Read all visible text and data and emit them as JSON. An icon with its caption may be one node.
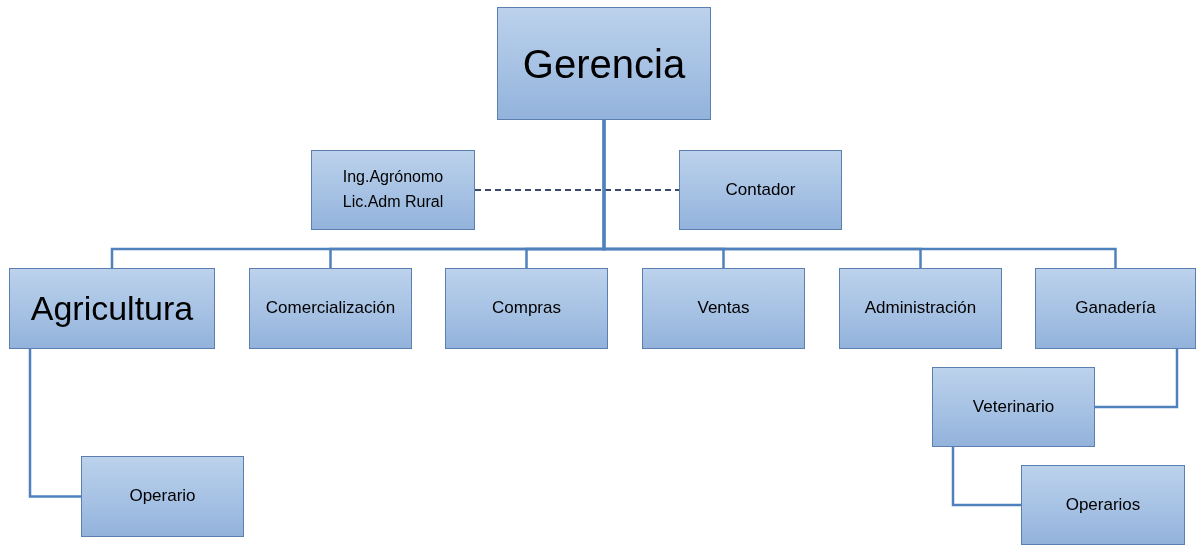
{
  "diagram": {
    "nodes": [
      {
        "text": [
          "Gerencia"
        ]
      },
      {
        "text": [
          "Ing.Agrónomo",
          "Lic.Adm Rural"
        ]
      },
      {
        "text": [
          "Contador"
        ]
      },
      {
        "text": [
          "Agricultura"
        ]
      },
      {
        "text": [
          "Comercialización"
        ]
      },
      {
        "text": [
          "Compras"
        ]
      },
      {
        "text": [
          "Ventas"
        ]
      },
      {
        "text": [
          "Administración"
        ]
      },
      {
        "text": [
          "Ganadería"
        ]
      },
      {
        "text": [
          "Operario"
        ]
      },
      {
        "text": [
          "Veterinario"
        ]
      },
      {
        "text": [
          "Operarios"
        ]
      }
    ],
    "edges": [
      {
        "from": 1,
        "to": 2,
        "arrow": "none",
        "style": "dashed",
        "color": "#3b4a6b"
      },
      {
        "from": 0,
        "to": 3,
        "arrow": "none"
      },
      {
        "from": 0,
        "to": 4,
        "arrow": "none"
      },
      {
        "from": 0,
        "to": 5,
        "arrow": "none"
      },
      {
        "from": 0,
        "to": 6,
        "arrow": "none"
      },
      {
        "from": 0,
        "to": 7,
        "arrow": "none"
      },
      {
        "from": 0,
        "to": 8,
        "arrow": "none"
      },
      {
        "from": 3,
        "to": 9,
        "arrow": "none"
      },
      {
        "from": 8,
        "to": 10,
        "arrow": "none"
      },
      {
        "from": 10,
        "to": 11,
        "arrow": "none"
      }
    ]
  }
}
